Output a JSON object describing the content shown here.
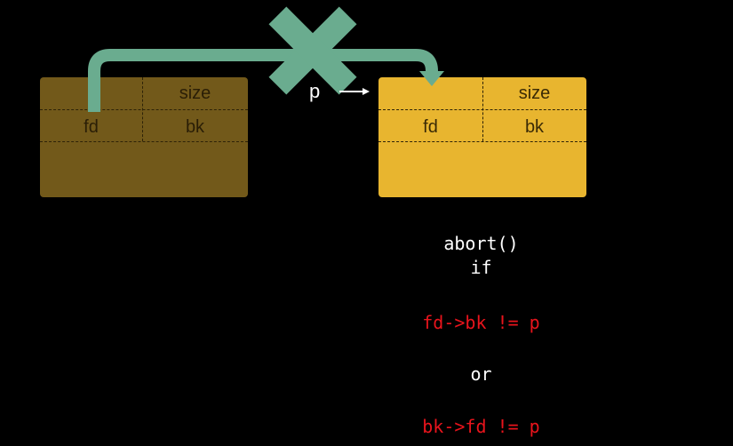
{
  "chunks": {
    "left": {
      "size_label": "size",
      "fd_label": "fd",
      "bk_label": "bk"
    },
    "right": {
      "size_label": "size",
      "fd_label": "fd",
      "bk_label": "bk"
    }
  },
  "pointer": {
    "label": "p"
  },
  "code": {
    "line1": "abort()",
    "line2": "if",
    "cond1": "fd->bk != p",
    "or": "or",
    "cond2": "bk->fd != p"
  },
  "colors": {
    "left_chunk": "#72591a",
    "right_chunk": "#e8b52f",
    "link_arrow": "#6aac8f",
    "cross_mark": "#6aac8f",
    "condition_text": "#e8141c"
  },
  "icons": {
    "cross": "x-mark-icon",
    "pointer_arrow": "arrow-right-icon",
    "link_arrow": "arrow-down-icon"
  }
}
